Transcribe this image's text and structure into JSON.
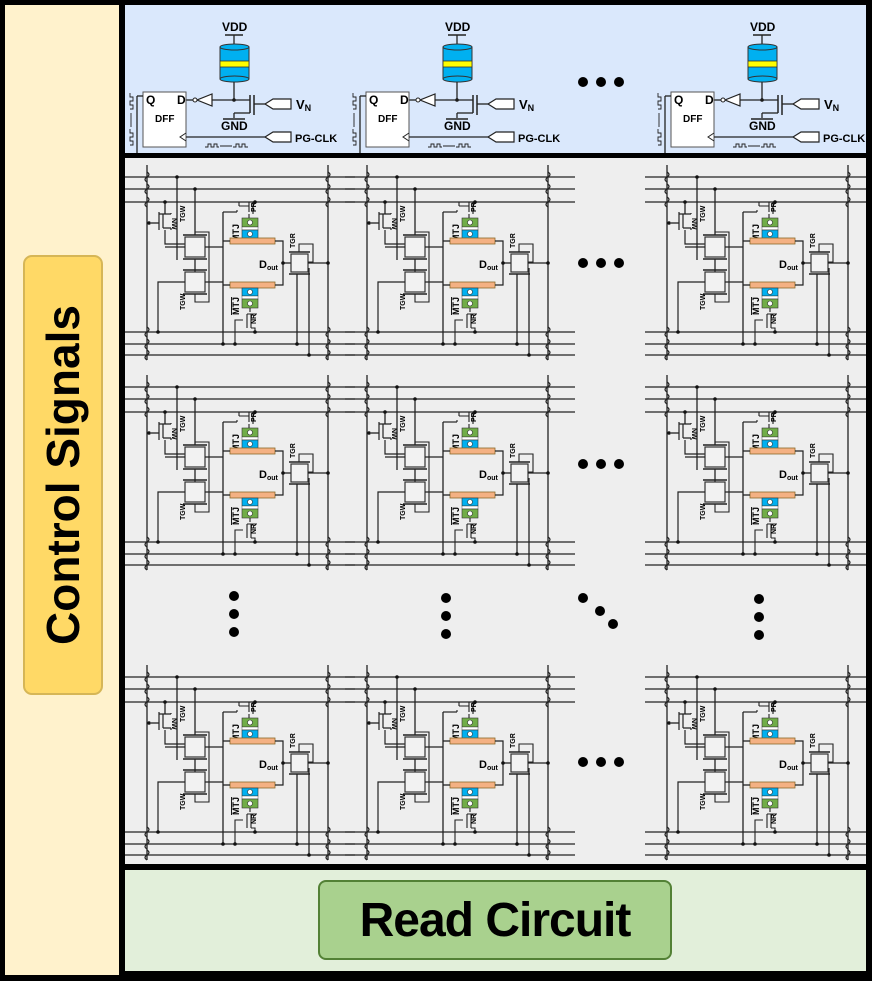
{
  "left_panel": {
    "label": "Control Signals",
    "box_color": "#ffd966",
    "bg_color": "#fff2cc"
  },
  "bottom_panel": {
    "label": "Read Circuit",
    "box_color": "#a9d18e",
    "bg_color": "#e2efda"
  },
  "top_panel": {
    "bg_color": "#dae8fc",
    "drivers": [
      {
        "vdd": "VDD",
        "gnd": "GND",
        "vn": "V",
        "vn_sub": "N",
        "clk": "PG-CLK",
        "dff": "DFF",
        "q": "Q",
        "d": "D"
      },
      {
        "vdd": "VDD",
        "gnd": "GND",
        "vn": "V",
        "vn_sub": "N",
        "clk": "PG-CLK",
        "dff": "DFF",
        "q": "Q",
        "d": "D"
      },
      {
        "vdd": "VDD",
        "gnd": "GND",
        "vn": "V",
        "vn_sub": "N",
        "clk": "PG-CLK",
        "dff": "DFF",
        "q": "Q",
        "d": "D"
      }
    ],
    "ellipsis": "horizontal"
  },
  "array": {
    "bg_color": "#eeeeee",
    "rows": 3,
    "cols": 3,
    "cell_labels": {
      "nw": "NW",
      "tgw": "TGW",
      "tgr": "TGR",
      "pr": "PR",
      "nr": "NR",
      "mtj": "MTJ",
      "mtj_bar": "MTJ",
      "dout": "D",
      "dout_sub": "out"
    },
    "ellipsis_markers": [
      "horizontal",
      "horizontal",
      "horizontal",
      "vertical",
      "vertical",
      "diagonal",
      "vertical"
    ]
  },
  "colors": {
    "mtj_free": "#00b0f0",
    "mtj_fixed": "#70ad47",
    "mtj_barrier": "#ffff00",
    "bitline": "#f4b183",
    "cylinder": "#00b0f0"
  }
}
